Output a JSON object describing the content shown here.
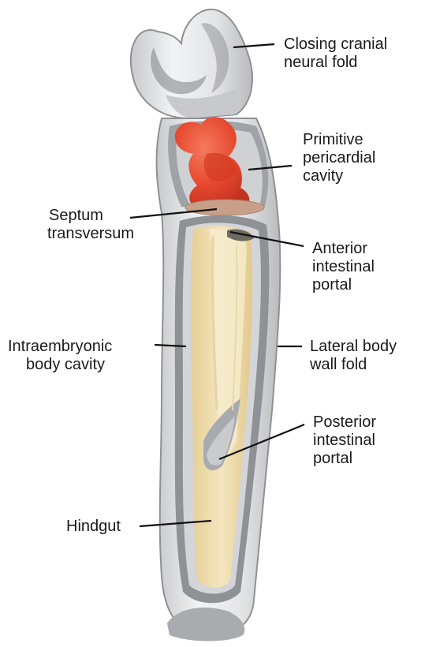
{
  "labels": {
    "closing_cranial_neural_fold": [
      "Closing cranial",
      "neural fold"
    ],
    "primitive_pericardial_cavity": [
      "Primitive",
      "pericardial",
      "cavity"
    ],
    "septum_transversum": [
      "Septum",
      "transversum"
    ],
    "anterior_intestinal_portal": [
      "Anterior",
      "intestinal",
      "portal"
    ],
    "intraembryonic_body_cavity": [
      "Intraembryonic",
      "body cavity"
    ],
    "lateral_body_wall_fold": [
      "Lateral body",
      "wall fold"
    ],
    "posterior_intestinal_portal": [
      "Posterior",
      "intestinal",
      "portal"
    ],
    "hindgut": [
      "Hindgut"
    ]
  },
  "colors": {
    "body_wall": "#dcdde0",
    "body_wall_light": "#f1f2f3",
    "cavity_gray": "#a7a9ad",
    "gut_yolk": "#eedcaa",
    "heart_red": "#e8452c",
    "septum_brown": "#c49a84",
    "leader_line": "#111111"
  },
  "icons": {
    "embryo_illustration": "embryo-illustration"
  }
}
